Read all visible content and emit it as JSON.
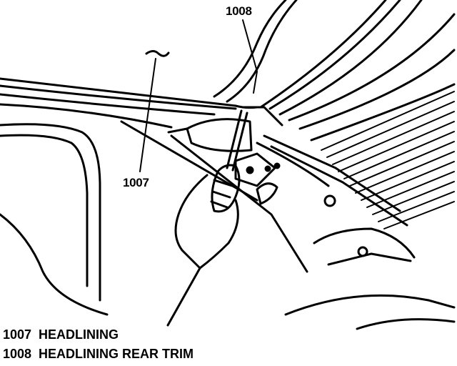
{
  "callouts": {
    "headlining_rear_trim": "1008",
    "headlining": "1007"
  },
  "legend": [
    {
      "number": "1007",
      "label": "HEADLINING"
    },
    {
      "number": "1008",
      "label": "HEADLINING REAR TRIM"
    }
  ],
  "colors": {
    "ink": "#000000",
    "paper": "#ffffff"
  }
}
